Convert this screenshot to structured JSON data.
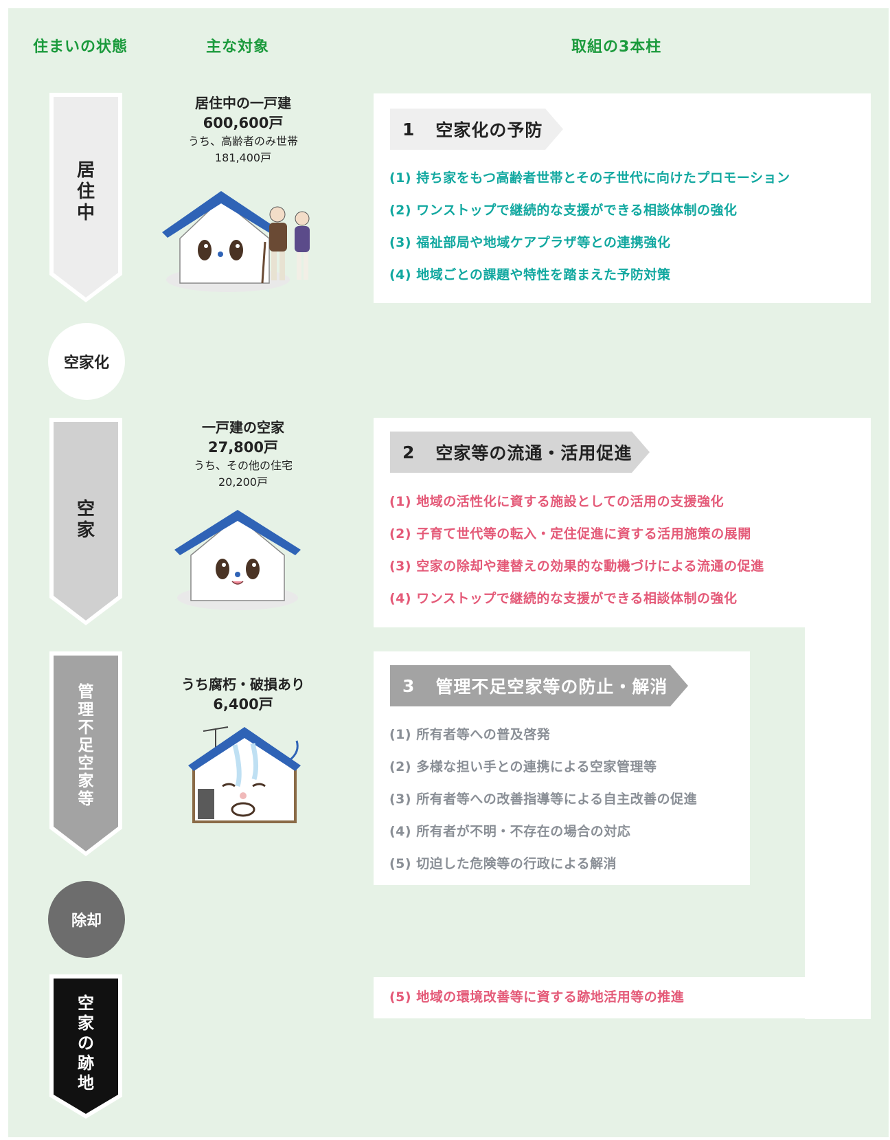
{
  "headers": {
    "state": "住まいの状態",
    "target": "主な対象",
    "pillars": "取組の3本柱"
  },
  "states": {
    "occupied": "居住中",
    "vacant": "空家",
    "unmanaged": "管理不足空家等",
    "site": "空家の跡地"
  },
  "transitions": {
    "vacancy": "空家化",
    "removal": "除却"
  },
  "targets": {
    "occupied": {
      "title": "居住中の一戸建",
      "count": "600,600戸",
      "sub_label": "うち、高齢者のみ世帯",
      "sub_count": "181,400戸"
    },
    "vacant": {
      "title": "一戸建の空家",
      "count": "27,800戸",
      "sub_label": "うち、その他の住宅",
      "sub_count": "20,200戸"
    },
    "decayed": {
      "title": "うち腐朽・破損あり",
      "count": "6,400戸"
    }
  },
  "pillars": [
    {
      "number": "1",
      "title": "空家化の予防",
      "color": "#12a8a0",
      "items": [
        "(1) 持ち家をもつ高齢者世帯とその子世代に向けたプロモーション",
        "(2) ワンストップで継続的な支援ができる相談体制の強化",
        "(3) 福祉部局や地域ケアプラザ等との連携強化",
        "(4) 地域ごとの課題や特性を踏まえた予防対策"
      ]
    },
    {
      "number": "2",
      "title": "空家等の流通・活用促進",
      "color": "#e45a78",
      "items": [
        "(1) 地域の活性化に資する施設としての活用の支援強化",
        "(2) 子育て世代等の転入・定住促進に資する活用施策の展開",
        "(3) 空家の除却や建替えの効果的な動機づけによる流通の促進",
        "(4) ワンストップで継続的な支援ができる相談体制の強化",
        "(5) 地域の環境改善等に資する跡地活用等の推進"
      ]
    },
    {
      "number": "3",
      "title": "管理不足空家等の防止・解消",
      "color": "#8a8f96",
      "items": [
        "(1) 所有者等への普及啓発",
        "(2) 多様な担い手との連携による空家管理等",
        "(3) 所有者等への改善指導等による自主改善の促進",
        "(4) 所有者が不明・不存在の場合の対応",
        "(5) 切迫した危険等の行政による解消"
      ]
    }
  ],
  "colors": {
    "background": "#e6f2e6",
    "header": "#1b9a3c",
    "roof": "#2f63b6"
  }
}
